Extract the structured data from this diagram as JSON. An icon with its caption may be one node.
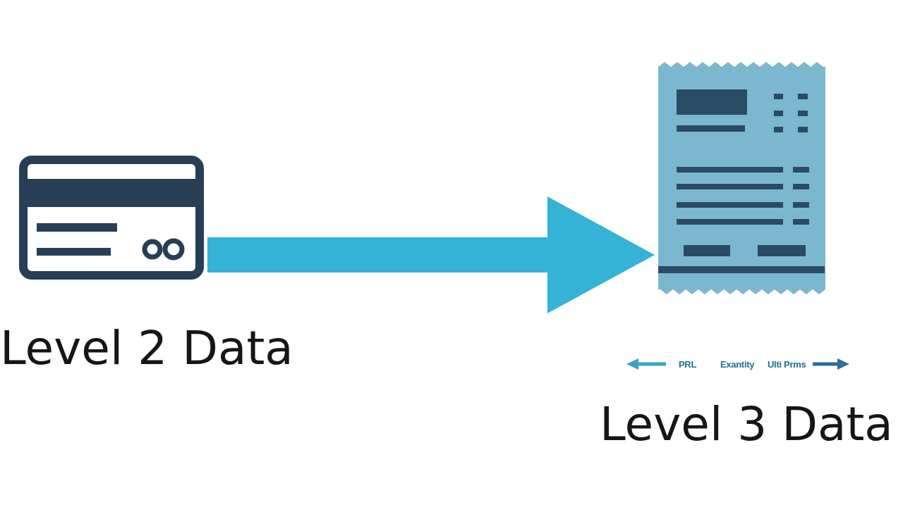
{
  "diagram": {
    "nodes": [
      {
        "text": [
          "Level 2 Data"
        ]
      },
      {
        "text": [
          "Level 3 Data"
        ]
      }
    ],
    "edges": [
      {
        "from": 0,
        "to": 1,
        "arrow": "to"
      }
    ],
    "labels": [
      "PRL",
      "Exantity",
      "Ulti Prms"
    ]
  }
}
